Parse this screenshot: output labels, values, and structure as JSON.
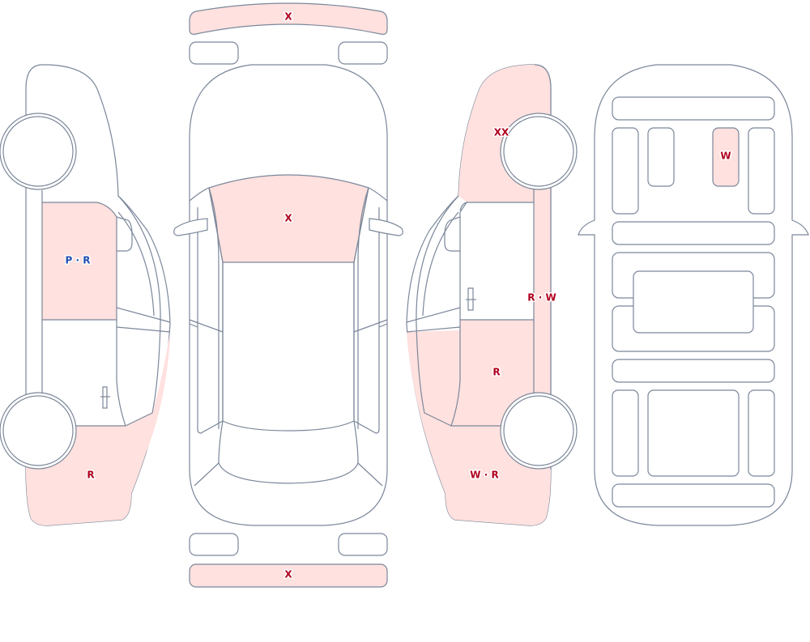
{
  "diagram": {
    "labels": {
      "front_bumper": "X",
      "rear_bumper": "X",
      "hood": "X",
      "left_front_door": "P · R",
      "left_rear_fender": "R",
      "right_front_fender": "XX",
      "right_rocker": "R · W",
      "right_rear_door": "R",
      "right_rear_fender": "W · R",
      "underbody_panel": "W"
    },
    "colors": {
      "damage_fill": "#ffe1df",
      "outline": "#7b879a",
      "label_red": "#b00020",
      "label_blue": "#1f4fb0"
    }
  }
}
